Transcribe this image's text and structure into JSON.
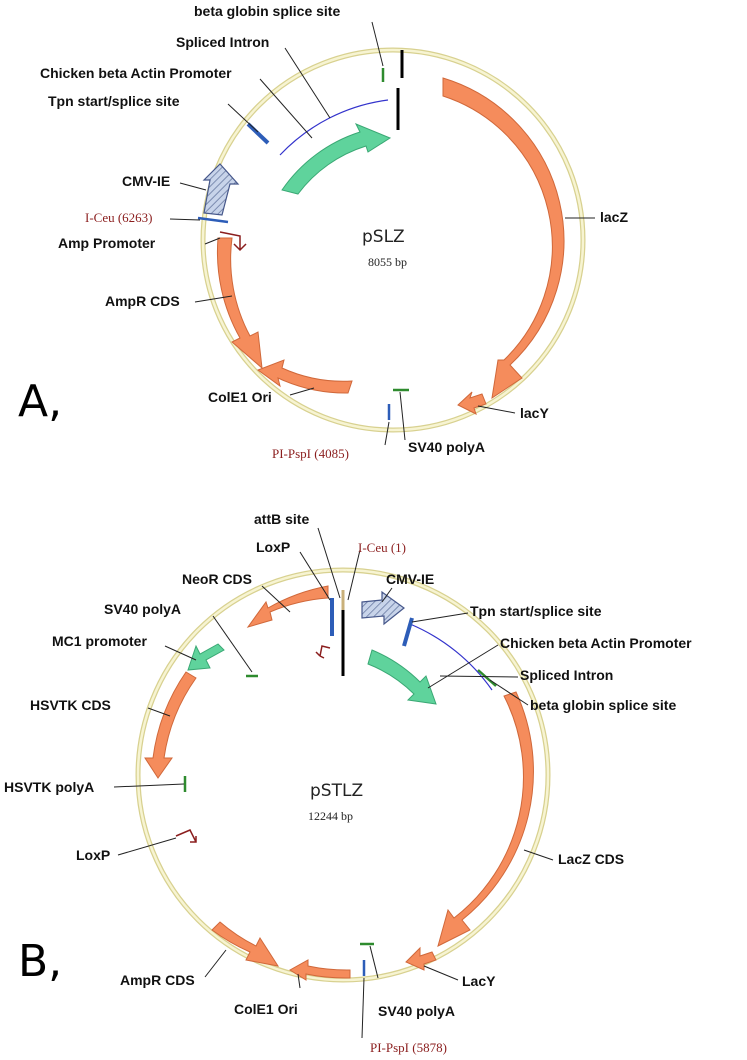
{
  "panels": [
    {
      "panel_label": "A,",
      "plasmid_name": "pSLZ",
      "plasmid_size": "8055 bp",
      "labels": {
        "beta_globin": "beta globin splice site",
        "spliced_intron": "Spliced Intron",
        "chicken_actin": "Chicken beta Actin Promoter",
        "tpn": "Tpn start/splice site",
        "cmv": "CMV-IE",
        "iceu": "I-Ceu (6263)",
        "amp_promoter": "Amp Promoter",
        "ampr": "AmpR CDS",
        "lacz": "lacZ",
        "lacy": "lacY",
        "sv40": "SV40 polyA",
        "pipspi": "PI-PspI (4085)",
        "cole1": "ColE1 Ori"
      }
    },
    {
      "panel_label": "B,",
      "plasmid_name": "pSTLZ",
      "plasmid_size": "12244 bp",
      "labels": {
        "attb": "attB site",
        "loxp_top": "LoxP",
        "iceu": "I-Ceu (1)",
        "neor": "NeoR CDS",
        "cmv": "CMV-IE",
        "sv40_top": "SV40 polyA",
        "tpn": "Tpn start/splice site",
        "mc1": "MC1 promoter",
        "chicken_actin": "Chicken beta Actin Promoter",
        "spliced_intron": "Spliced Intron",
        "hsvtk": "HSVTK CDS",
        "beta_globin": "beta globin splice site",
        "hsvtk_polya": "HSVTK polyA",
        "loxp_left": "LoxP",
        "lacz": "LacZ CDS",
        "lacy": "LacY",
        "ampr": "AmpR CDS",
        "cole1": "ColE1 Ori",
        "sv40_bottom": "SV40 polyA",
        "pipspi": "PI-PspI (5878)"
      }
    }
  ],
  "colors": {
    "backbone": "#e8e3a8",
    "cds": "#f58c5c",
    "promoter": "#5fd39c",
    "site_text": "#8b1e1e",
    "site_mark": "#2d5db8",
    "polya_mark": "#2e8b2e",
    "intron": "#3333cc",
    "cmv_fill": "#9fb4d8",
    "marker": "#000000"
  },
  "icons": [
    "promoter-arrow-icon",
    "hatched-arrow-icon"
  ]
}
